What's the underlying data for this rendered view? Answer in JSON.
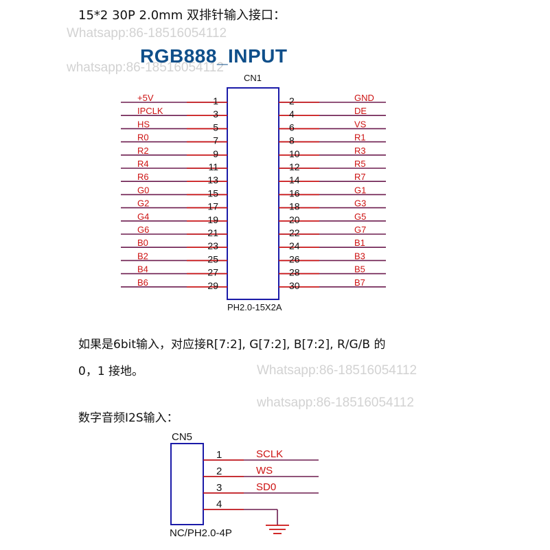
{
  "header": {
    "line1": "15*2 30P 2.0mm 双排针输入接口："
  },
  "watermarks": [
    "Whatsapp:86-18516054112",
    "whatsapp:86-18516054112",
    "Whatsapp:86-18516054112",
    "whatsapp:86-18516054112"
  ],
  "connector1": {
    "title": "RGB888_INPUT",
    "ref": "CN1",
    "part": "PH2.0-15X2A",
    "left_pins": [
      {
        "num": "1",
        "net": "+5V"
      },
      {
        "num": "3",
        "net": "IPCLK"
      },
      {
        "num": "5",
        "net": "HS"
      },
      {
        "num": "7",
        "net": "R0"
      },
      {
        "num": "9",
        "net": "R2"
      },
      {
        "num": "11",
        "net": "R4"
      },
      {
        "num": "13",
        "net": "R6"
      },
      {
        "num": "15",
        "net": "G0"
      },
      {
        "num": "17",
        "net": "G2"
      },
      {
        "num": "19",
        "net": "G4"
      },
      {
        "num": "21",
        "net": "G6"
      },
      {
        "num": "23",
        "net": "B0"
      },
      {
        "num": "25",
        "net": "B2"
      },
      {
        "num": "27",
        "net": "B4"
      },
      {
        "num": "29",
        "net": "B6"
      }
    ],
    "right_pins": [
      {
        "num": "2",
        "net": "GND"
      },
      {
        "num": "4",
        "net": "DE"
      },
      {
        "num": "6",
        "net": "VS"
      },
      {
        "num": "8",
        "net": "R1"
      },
      {
        "num": "10",
        "net": "R3"
      },
      {
        "num": "12",
        "net": "R5"
      },
      {
        "num": "14",
        "net": "R7"
      },
      {
        "num": "16",
        "net": "G1"
      },
      {
        "num": "18",
        "net": "G3"
      },
      {
        "num": "20",
        "net": "G5"
      },
      {
        "num": "22",
        "net": "G7"
      },
      {
        "num": "24",
        "net": "B1"
      },
      {
        "num": "26",
        "net": "B3"
      },
      {
        "num": "28",
        "net": "B5"
      },
      {
        "num": "30",
        "net": "B7"
      }
    ]
  },
  "note": {
    "line1": "如果是6bit输入，对应接R[7:2], G[7:2], B[7:2], R/G/B 的",
    "line2": "0，1 接地。"
  },
  "audio": {
    "heading": "数字音频I2S输入："
  },
  "connector2": {
    "ref": "CN5",
    "part": "NC/PH2.0-4P",
    "pins": [
      {
        "num": "1",
        "net": "SCLK"
      },
      {
        "num": "2",
        "net": "WS"
      },
      {
        "num": "3",
        "net": "SD0"
      },
      {
        "num": "4",
        "net": ""
      }
    ]
  },
  "colors": {
    "box": "#1a1aa8",
    "wire": "#6b1a4d",
    "pin_stub": "#cc1111",
    "net_label": "#cc1111",
    "title": "#0f4f8a"
  }
}
